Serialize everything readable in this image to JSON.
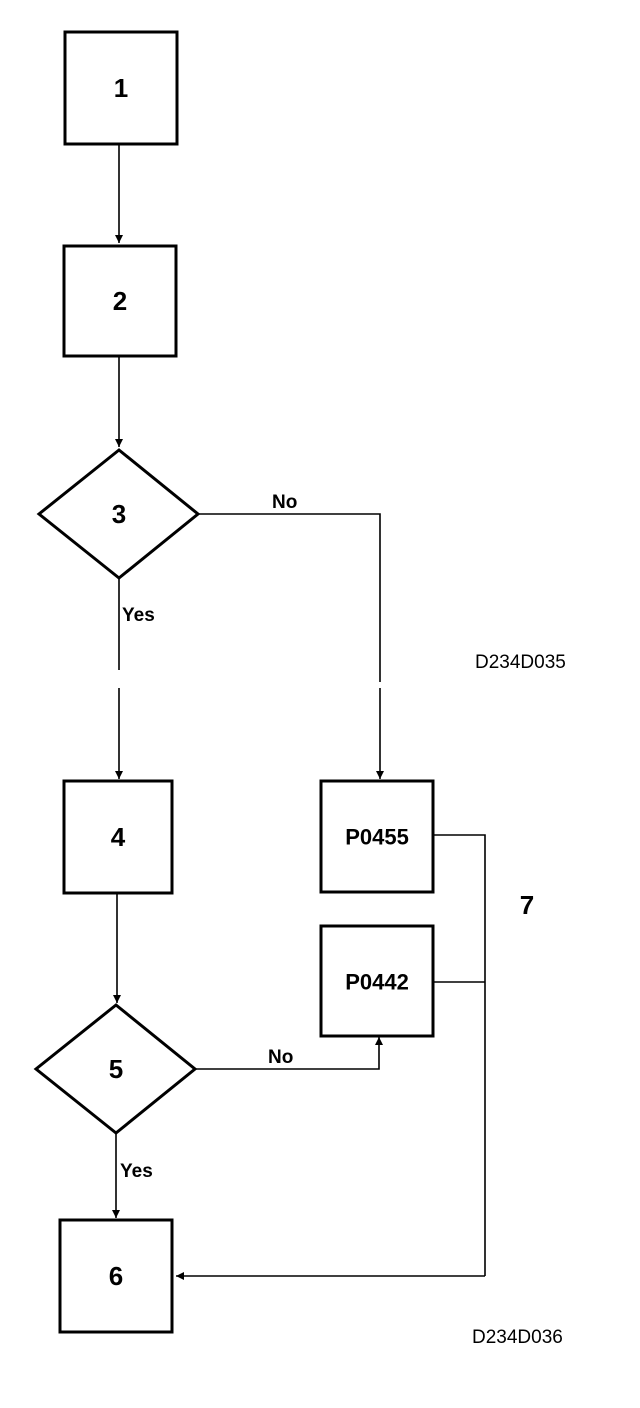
{
  "flowchart": {
    "nodes": {
      "n1": "1",
      "n2": "2",
      "n3": "3",
      "n4": "4",
      "n5": "5",
      "n6": "6",
      "p0455": "P0455",
      "p0442": "P0442"
    },
    "edges": {
      "no_from_3": "No",
      "yes_from_3": "Yes",
      "no_from_5": "No",
      "yes_from_5": "Yes"
    },
    "group_label": "7",
    "refs": {
      "top": "D234D035",
      "bottom": "D234D036"
    }
  }
}
